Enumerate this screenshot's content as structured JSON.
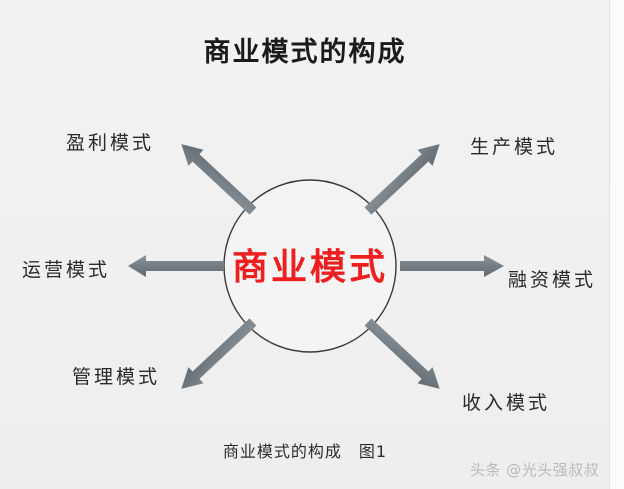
{
  "diagram": {
    "title": "商业模式的构成",
    "center": {
      "label": "商业模式",
      "color": "#ef1f1f"
    },
    "caption": "商业模式的构成　图1",
    "watermark": "头条 @光头强叔叔",
    "colors": {
      "background": "#f1f1f1",
      "arrow": "#7b858c",
      "arrow_dark": "#5d666d",
      "circle_stroke": "#3a3a3a",
      "title": "#1b1b1b",
      "label": "#2a2a2a"
    },
    "nodes": [
      {
        "id": "profit",
        "label": "盈利模式",
        "direction": "up-left"
      },
      {
        "id": "production",
        "label": "生产模式",
        "direction": "up-right"
      },
      {
        "id": "operation",
        "label": "运营模式",
        "direction": "left"
      },
      {
        "id": "financing",
        "label": "融资模式",
        "direction": "right"
      },
      {
        "id": "management",
        "label": "管理模式",
        "direction": "down-left"
      },
      {
        "id": "income",
        "label": "收入模式",
        "direction": "down-right"
      }
    ]
  }
}
